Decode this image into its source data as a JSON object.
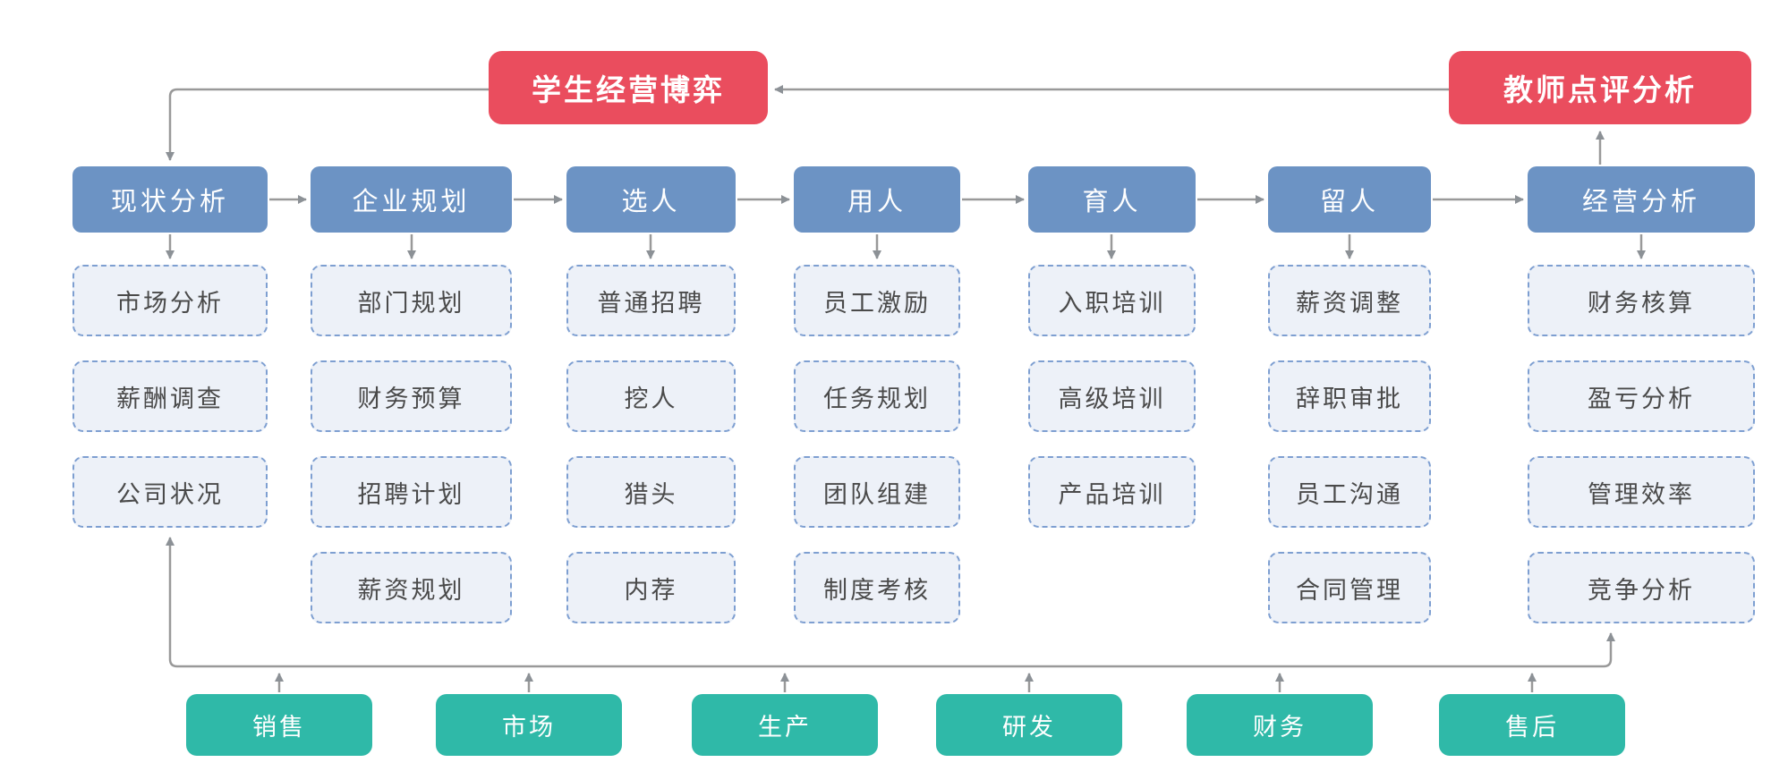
{
  "top_boxes": {
    "student": "学生经营博弈",
    "teacher": "教师点评分析"
  },
  "stages": [
    {
      "label": "现状分析",
      "items": [
        "市场分析",
        "薪酬调查",
        "公司状况"
      ]
    },
    {
      "label": "企业规划",
      "items": [
        "部门规划",
        "财务预算",
        "招聘计划",
        "薪资规划"
      ]
    },
    {
      "label": "选人",
      "items": [
        "普通招聘",
        "挖人",
        "猎头",
        "内荐"
      ]
    },
    {
      "label": "用人",
      "items": [
        "员工激励",
        "任务规划",
        "团队组建",
        "制度考核"
      ]
    },
    {
      "label": "育人",
      "items": [
        "入职培训",
        "高级培训",
        "产品培训"
      ]
    },
    {
      "label": "留人",
      "items": [
        "薪资调整",
        "辞职审批",
        "员工沟通",
        "合同管理"
      ]
    },
    {
      "label": "经营分析",
      "items": [
        "财务核算",
        "盈亏分析",
        "管理效率",
        "竞争分析"
      ]
    }
  ],
  "departments": [
    "销售",
    "市场",
    "生产",
    "研发",
    "财务",
    "售后"
  ],
  "colors": {
    "phase_red": "#EA4D5E",
    "stage_blue": "#6C93C4",
    "department_teal": "#2FB9A8",
    "item_background": "#EDF1F8",
    "item_border": "#7E9FD1",
    "item_text": "#4A4A4A",
    "connector_line": "#999999",
    "arrowhead": "#8C9196"
  }
}
